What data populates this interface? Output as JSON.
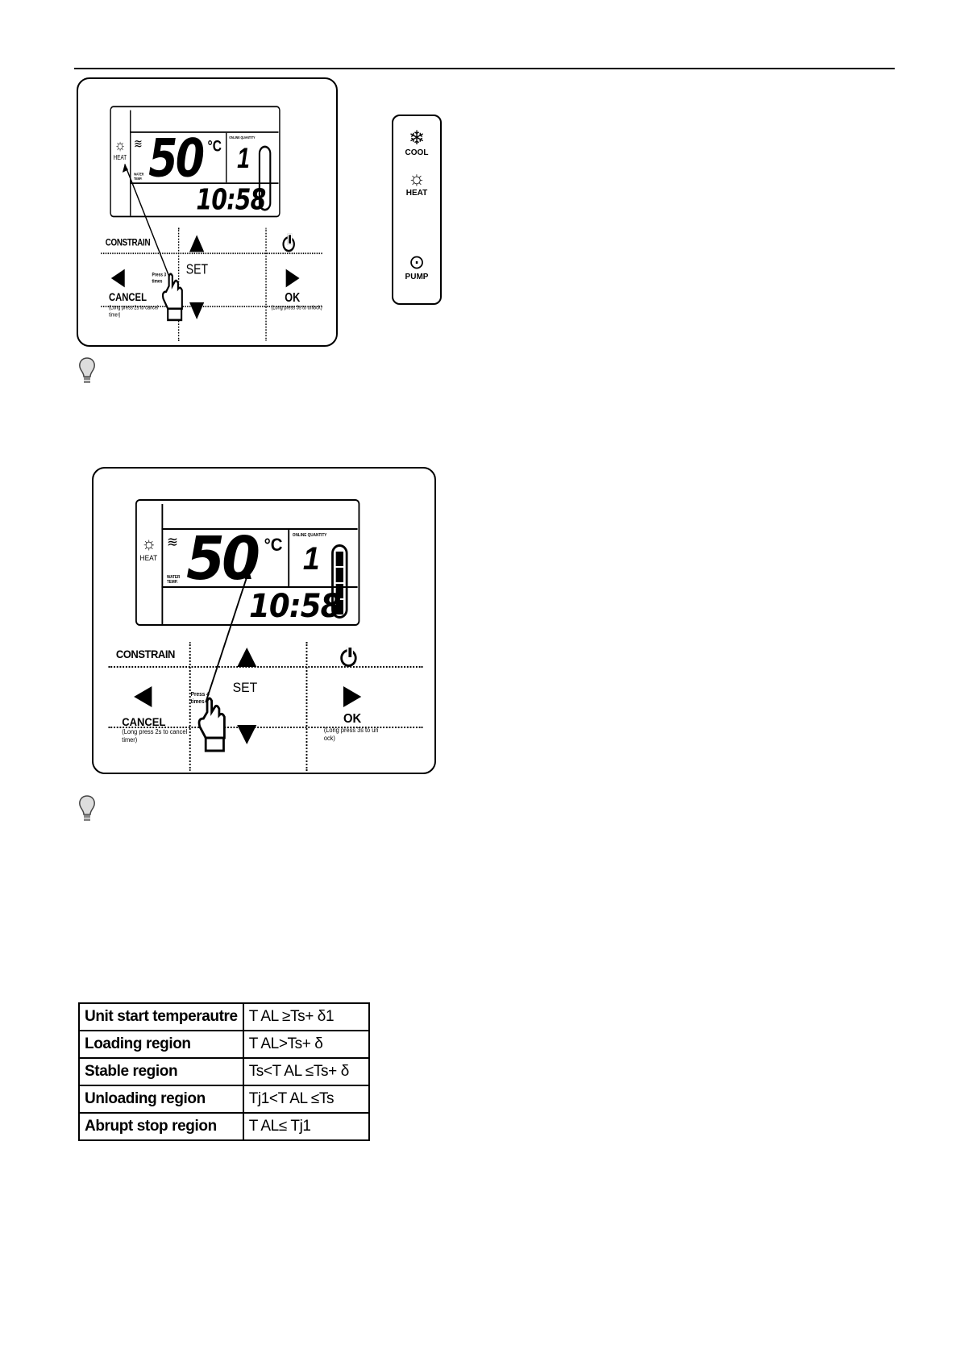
{
  "panel1": {
    "heat_label": "HEAT",
    "temperature": "50",
    "temp_unit": "°C",
    "unit_number": "1",
    "clock": "10:58",
    "tiny_top": "ONLINE QUANTITY",
    "tiny_left": "WATER TEMP.",
    "constrain_label": "CONSTRAIN",
    "set_label": "SET",
    "cancel_label": "CANCEL",
    "cancel_note": "(Long press 2s to cancel timer)",
    "ok_label": "OK",
    "ok_note": "(Long press 3s to unlock)",
    "press_note": "Press 3 times",
    "capacity_fraction": 0
  },
  "mode_strip": {
    "cool_label": "COOL",
    "heat_label": "HEAT",
    "pump_label": "PUMP"
  },
  "panel2": {
    "heat_label": "HEAT",
    "temperature": "50",
    "temp_unit": "°C",
    "unit_number": "1",
    "clock": "10:58",
    "tiny_top": "ONLINE QUANTITY",
    "tiny_left": "WATER TEMP.",
    "constrain_label": "CONSTRAIN",
    "set_label": "SET",
    "cancel_label": "CANCEL",
    "cancel_note": "(Long press 2s to cancel timer)",
    "ok_label": "OK",
    "ok_note": "(Long press 3s to un ock)",
    "press_note": "Press 4 times",
    "capacity_fraction": 1
  },
  "regions": [
    {
      "name": "Unit start temperautre",
      "condition": "T AL ≥Ts+ δ1"
    },
    {
      "name": "Loading region",
      "condition": "T AL>Ts+ δ"
    },
    {
      "name": "Stable region",
      "condition": "Ts<T AL ≤Ts+ δ"
    },
    {
      "name": "Unloading region",
      "condition": "Tj1<T AL ≤Ts"
    },
    {
      "name": "Abrupt stop region",
      "condition": "T AL≤ Tj1"
    }
  ]
}
